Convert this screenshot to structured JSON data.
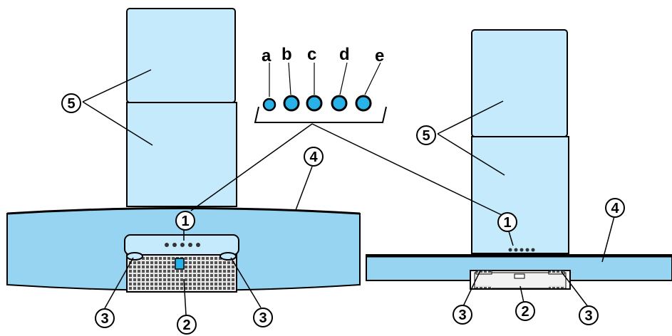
{
  "colors": {
    "panel_fill": "#c4eafc",
    "canopy_fill": "#97d4f2",
    "outline": "#000000",
    "button_fill": "#27b3e8",
    "filter_fill": "#555555",
    "background": "#ffffff"
  },
  "control_buttons": {
    "a": "a",
    "b": "b",
    "c": "c",
    "d": "d",
    "e": "e"
  },
  "callouts": {
    "control_panel": "1",
    "grease_filter": "2",
    "light": "3",
    "canopy": "4",
    "chimney": "5"
  },
  "icons": [
    "control-button-icon",
    "light-icon",
    "grease-filter-icon"
  ]
}
